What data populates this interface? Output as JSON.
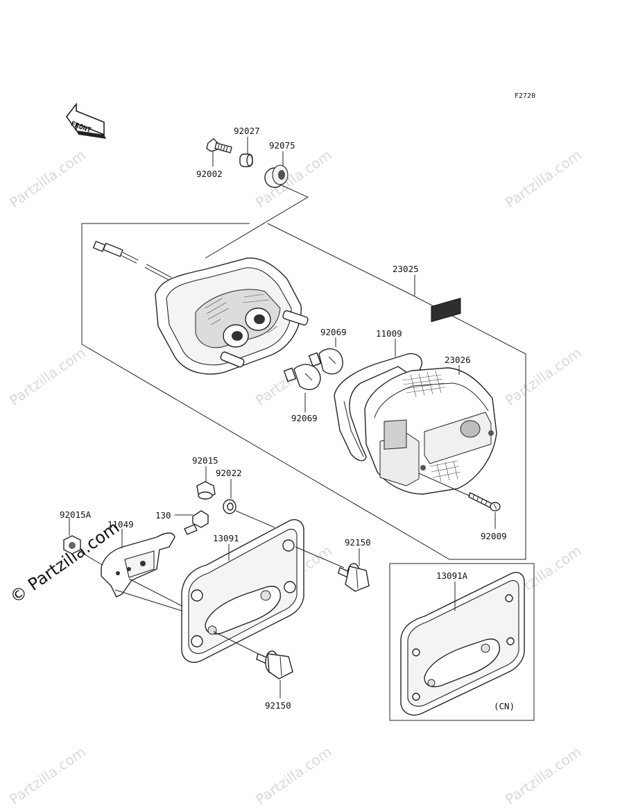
{
  "figure_code": "F2720",
  "front_label": "FRONT",
  "watermark": {
    "brand": "Partzilla.com",
    "corner_text": "© Partzilla.com"
  },
  "parts": {
    "p92002": "92002",
    "p92027": "92027",
    "p92075": "92075",
    "p23025": "23025",
    "p92069_top": "92069",
    "p11009": "11009",
    "p23026": "23026",
    "p92069_bottom": "92069",
    "p92009": "92009",
    "p92015": "92015",
    "p92022": "92022",
    "p92015A": "92015A",
    "p11049": "11049",
    "p130": "130",
    "p13091": "13091",
    "p92150_right": "92150",
    "p92150_bottom": "92150",
    "p13091A": "13091A",
    "cn_note": "(CN)"
  }
}
